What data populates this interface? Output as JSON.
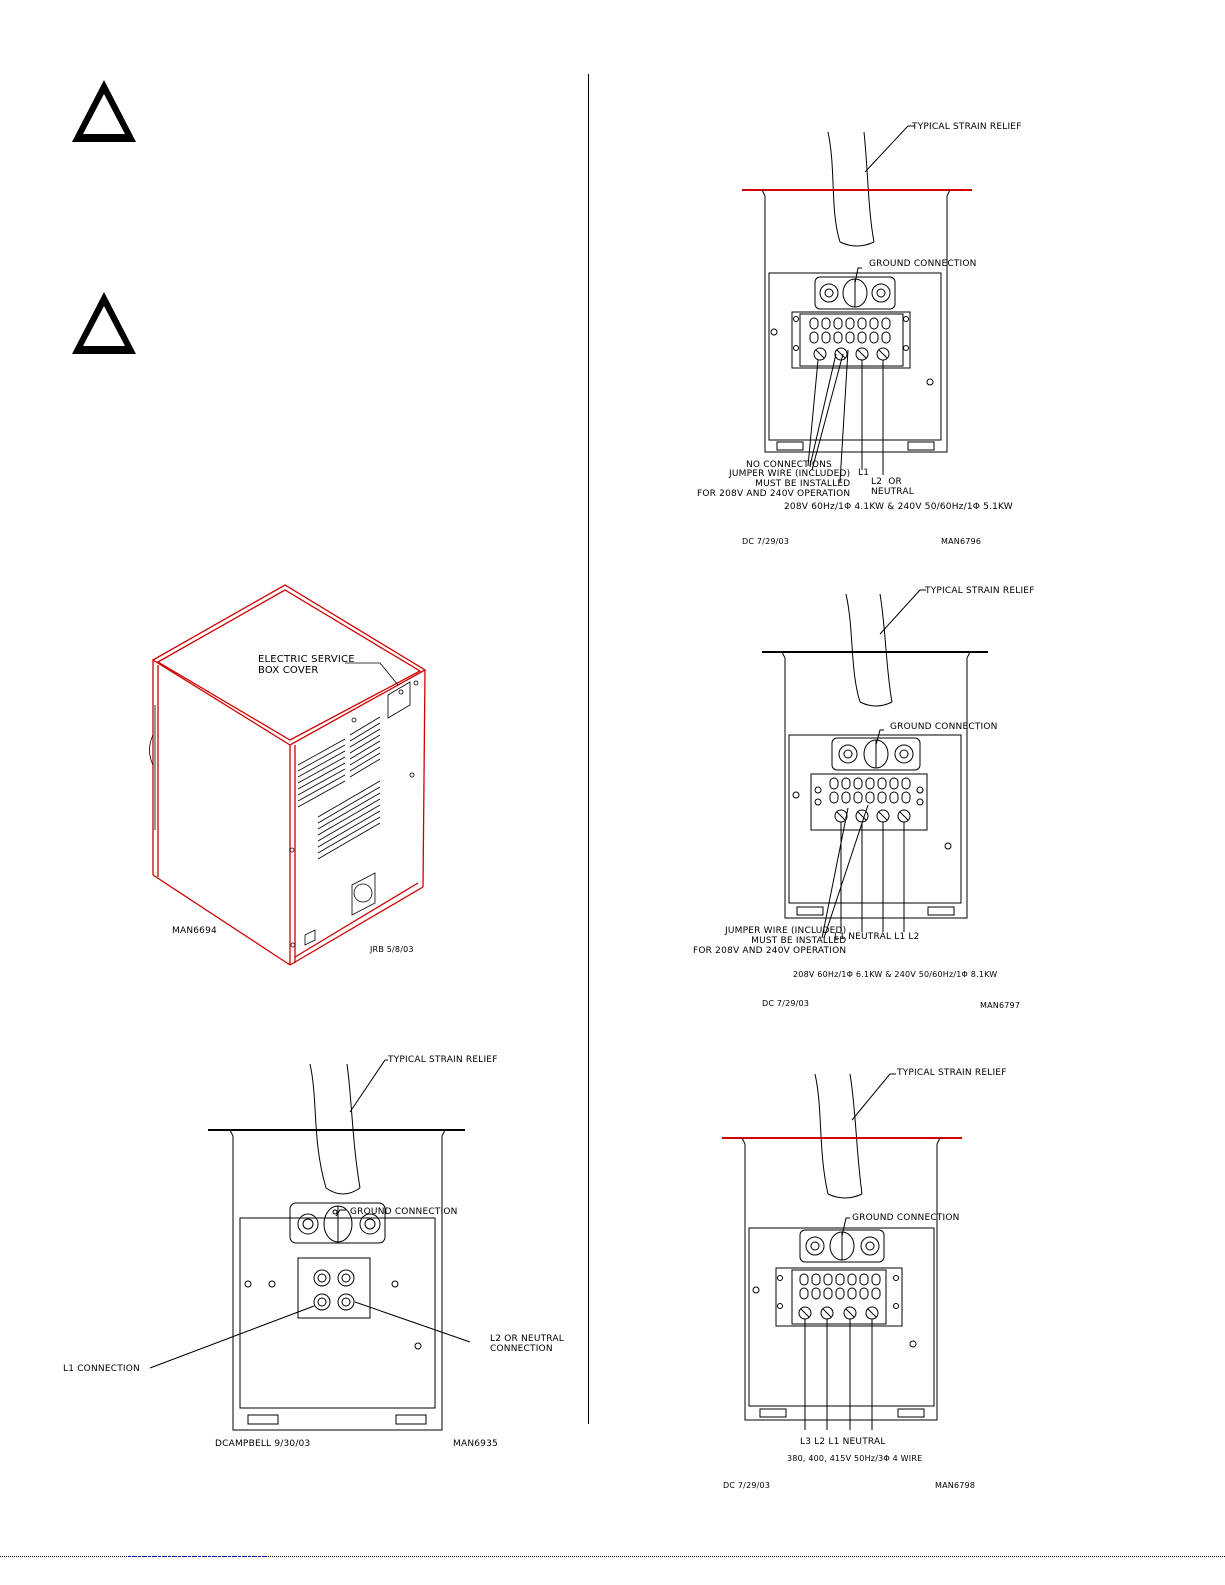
{
  "caution": {
    "symbol_color": "#000000"
  },
  "cabinet": {
    "callout": "ELECTRIC SERVICE\nBOX COVER",
    "drawing_id": "MAN6694",
    "date_stamp": "JRB 5/8/03"
  },
  "box_two_wire": {
    "strain_relief": "TYPICAL STRAIN RELIEF",
    "ground": "GROUND CONNECTION",
    "l1": "L1 CONNECTION",
    "l2": "L2 OR NEUTRAL\nCONNECTION",
    "author": "DCAMPBELL 9/30/03",
    "drawing_id": "MAN6935"
  },
  "box_5kw": {
    "strain_relief": "TYPICAL STRAIN RELIEF",
    "ground": "GROUND CONNECTION",
    "no_conn": "NO CONNECTIONS",
    "jumper": "JUMPER WIRE (INCLUDED)\nMUST BE INSTALLED\nFOR 208V AND 240V OPERATION",
    "l1": "L1",
    "l2": "L2  OR\nNEUTRAL",
    "spec": "208V 60Hz/1Φ 4.1KW & 240V 50/60Hz/1Φ 5.1KW",
    "author": "DC 7/29/03",
    "drawing_id": "MAN6796"
  },
  "box_8kw": {
    "strain_relief": "TYPICAL STRAIN RELIEF",
    "ground": "GROUND CONNECTION",
    "jumper": "JUMPER WIRE (INCLUDED)\nMUST BE INSTALLED\nFOR 208V AND 240V OPERATION",
    "terminals": "L1  NEUTRAL  L1     L2",
    "spec": "208V 60Hz/1Φ 6.1KW & 240V 50/60Hz/1Φ 8.1KW",
    "author": "DC 7/29/03",
    "drawing_id": "MAN6797"
  },
  "box_3phase": {
    "strain_relief": "TYPICAL STRAIN RELIEF",
    "ground": "GROUND CONNECTION",
    "terminals": "L3     L2    L1  NEUTRAL",
    "spec": "380, 400, 415V 50Hz/3Φ 4 WIRE",
    "author": "DC 7/29/03",
    "drawing_id": "MAN6798"
  },
  "colors": {
    "outline_red": "#d00000",
    "ink": "#000000",
    "footer_link": "#0000ff"
  }
}
